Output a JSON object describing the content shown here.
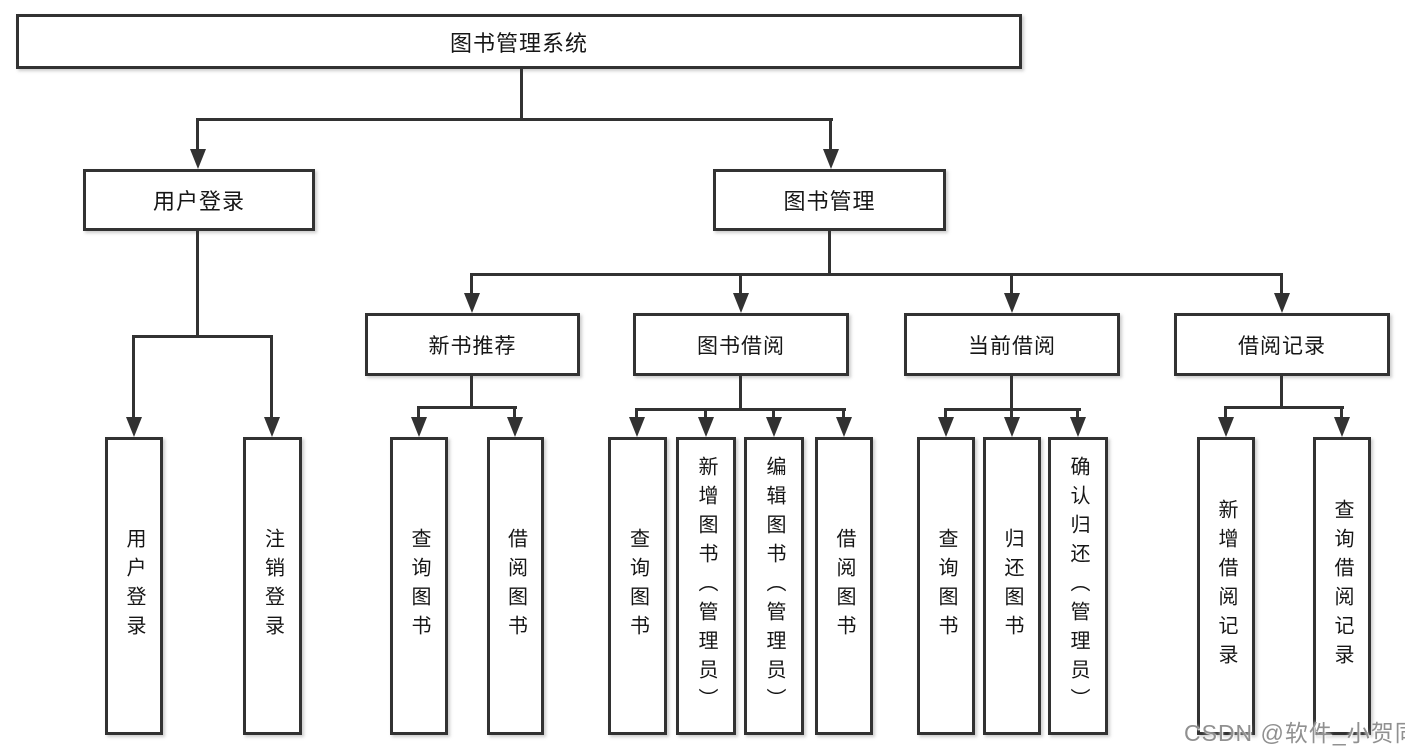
{
  "diagram": {
    "root": {
      "label": "图书管理系统"
    },
    "branches": [
      {
        "label": "用户登录",
        "children": [
          {
            "label": "用户登录"
          },
          {
            "label": "注销登录"
          }
        ]
      },
      {
        "label": "图书管理",
        "children": [
          {
            "label": "新书推荐",
            "children": [
              {
                "label": "查询图书"
              },
              {
                "label": "借阅图书"
              }
            ]
          },
          {
            "label": "图书借阅",
            "children": [
              {
                "label": "查询图书"
              },
              {
                "label": "新增图书（管理员）"
              },
              {
                "label": "编辑图书（管理员）"
              },
              {
                "label": "借阅图书"
              }
            ]
          },
          {
            "label": "当前借阅",
            "children": [
              {
                "label": "查询图书"
              },
              {
                "label": "归还图书"
              },
              {
                "label": "确认归还（管理员）"
              }
            ]
          },
          {
            "label": "借阅记录",
            "children": [
              {
                "label": "新增借阅记录"
              },
              {
                "label": "查询借阅记录"
              }
            ]
          }
        ]
      }
    ]
  },
  "watermark": {
    "text": "CSDN @软件_小贺同学"
  },
  "colors": {
    "line": "#323232",
    "text": "#161616",
    "watermark": "#909090",
    "background": "#ffffff"
  }
}
